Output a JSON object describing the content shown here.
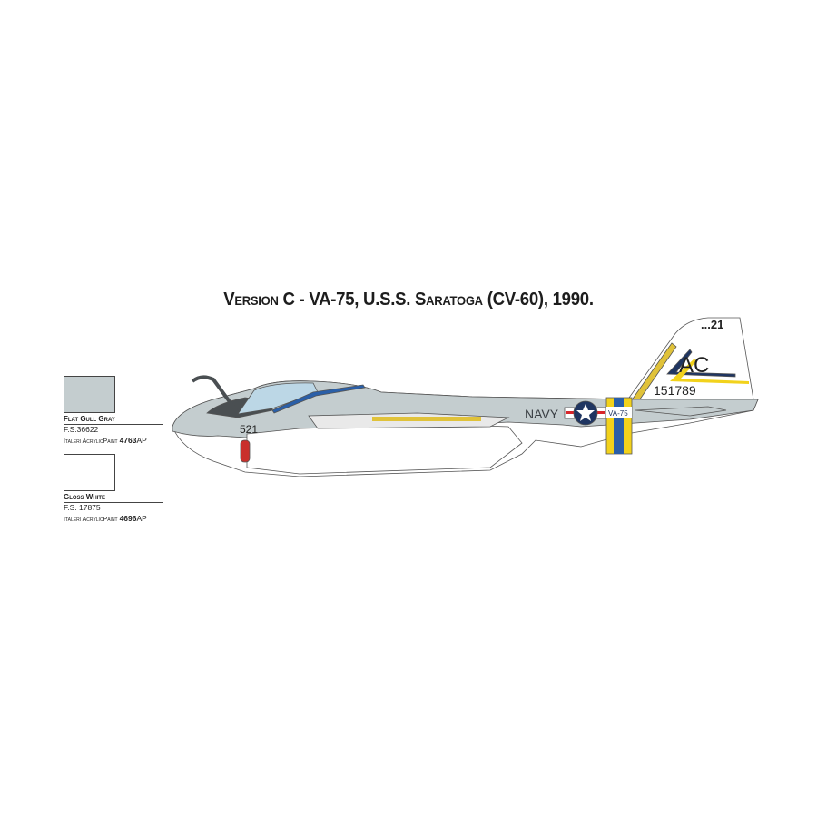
{
  "title": "Version C - VA-75, U.S.S. Saratoga (CV-60), 1990.",
  "swatches": [
    {
      "name": "Flat Gull Gray",
      "fs": "F.S.36622",
      "paint_prefix": "Italeri AcrylicPaint",
      "paint_code": "4763",
      "paint_suffix": "AP",
      "color": "#c4cdcf"
    },
    {
      "name": "Gloss White",
      "fs": "F.S. 17875",
      "paint_prefix": "Italeri AcrylicPaint",
      "paint_code": "4696",
      "paint_suffix": "AP",
      "color": "#ffffff"
    }
  ],
  "markings": {
    "tail_modex": "...21",
    "tail_code": "AC",
    "bureau_number": "151789",
    "service": "NAVY",
    "squadron": "VA-75",
    "nose_modex": "521"
  },
  "colors": {
    "navy_blue": "#1f3561",
    "yellow": "#f2d21c",
    "red": "#d8262b",
    "gray": "#c4cdcf",
    "dark_gray": "#4a4f52"
  }
}
